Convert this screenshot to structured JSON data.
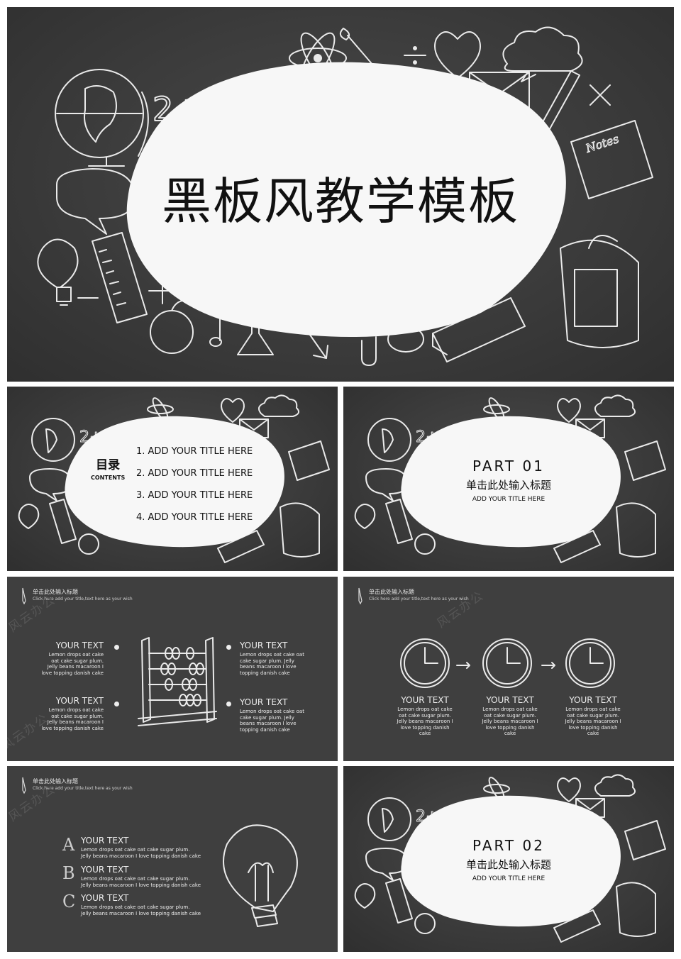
{
  "cover": {
    "title": "黑板风教学模板"
  },
  "toc": {
    "heading": "目录",
    "heading_en": "CONTENTS",
    "items": [
      "1. ADD YOUR TITLE HERE",
      "2. ADD YOUR TITLE HERE",
      "3. ADD YOUR TITLE HERE",
      "4. ADD YOUR TITLE HERE"
    ]
  },
  "part1": {
    "label": "PART  01",
    "title": "单击此处输入标题",
    "subtitle": "ADD YOUR TITLE HERE"
  },
  "part2": {
    "label": "PART  02",
    "title": "单击此处输入标题",
    "subtitle": "ADD YOUR TITLE HERE"
  },
  "slide_header": {
    "title": "单击此处输入标题",
    "subtitle": "Click here add your title,text here as your wish"
  },
  "watermark": "风云办公",
  "abacus_slide": {
    "items": [
      {
        "title": "YOUR TEXT",
        "body": "Lemon drops oat cake oat cake sugar plum. Jelly beans macaroon I love topping danish cake"
      },
      {
        "title": "YOUR TEXT",
        "body": "Lemon drops oat cake oat cake sugar plum. Jelly beans macaroon I love topping danish cake"
      },
      {
        "title": "YOUR TEXT",
        "body": "Lemon drops oat cake oat cake sugar plum. Jelly beans macaroon I love topping danish cake"
      },
      {
        "title": "YOUR TEXT",
        "body": "Lemon drops oat cake oat cake sugar plum. Jelly beans macaroon I love topping danish cake"
      }
    ]
  },
  "clock_slide": {
    "items": [
      {
        "title": "YOUR TEXT",
        "body": "Lemon drops oat cake oat cake sugar plum. Jelly beans macaroon I love topping danish cake"
      },
      {
        "title": "YOUR TEXT",
        "body": "Lemon drops oat cake oat cake sugar plum. Jelly beans macaroon I love topping danish cake"
      },
      {
        "title": "YOUR TEXT",
        "body": "Lemon drops oat cake oat cake sugar plum. Jelly beans macaroon I love topping danish cake"
      }
    ]
  },
  "bulb_slide": {
    "items": [
      {
        "letter": "A",
        "title": "YOUR TEXT",
        "body": "Lemon drops oat cake oat cake sugar plum. Jelly beans macaroon I love topping danish cake"
      },
      {
        "letter": "B",
        "title": "YOUR TEXT",
        "body": "Lemon drops oat cake oat cake sugar plum. Jelly beans macaroon I love topping danish cake"
      },
      {
        "letter": "C",
        "title": "YOUR TEXT",
        "body": "Lemon drops oat cake oat cake sugar plum. Jelly beans macaroon I love topping danish cake"
      }
    ]
  },
  "icons": [
    "globe-icon",
    "calculation-icon",
    "atom-icon",
    "paintbrush-icon",
    "heart-icon",
    "cloud-icon",
    "envelope-icon",
    "pencil-icon",
    "notebook-icon",
    "speech-bubble-icon",
    "lightbulb-icon",
    "ruler-icon",
    "apple-icon",
    "music-note-icon",
    "flask-icon",
    "arrow-icon",
    "paperclip-icon",
    "book-icon",
    "backpack-icon",
    "abacus-icon",
    "clock-icon",
    "letter-a-icon",
    "letter-b-icon",
    "letter-c-icon",
    "pen-icon"
  ]
}
